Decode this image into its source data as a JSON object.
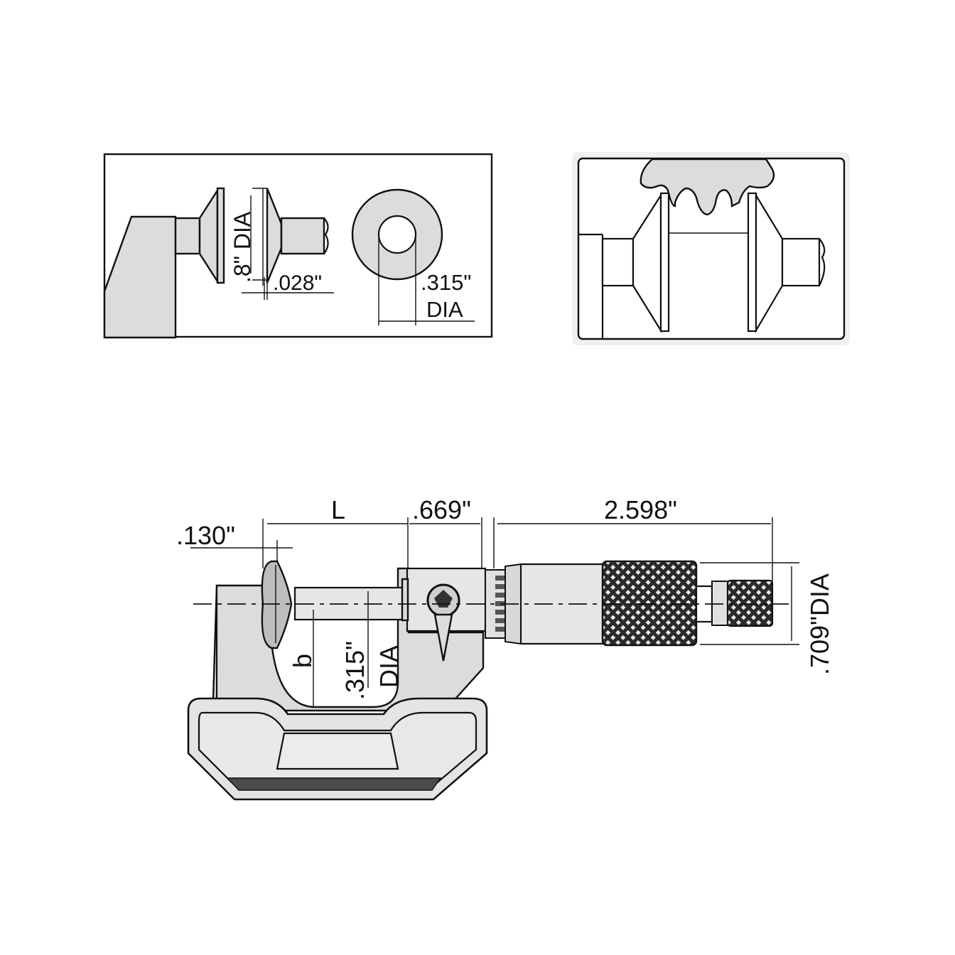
{
  "diagram": {
    "subject": "Disc micrometer drawing",
    "colors": {
      "line": "#111111",
      "fill": "#dcdcdc",
      "background": "#ffffff",
      "knurl": "#2a2a2a"
    }
  },
  "detail_anvil": {
    "labels": {
      "disc_diameter": ".8\" DIA",
      "disc_thickness": ".028\"",
      "bore_diameter": ".315\"",
      "bore_dia_suffix": "DIA"
    }
  },
  "detail_gear": {
    "caption": ""
  },
  "main_view": {
    "labels": {
      "disc_edge": ".130\"",
      "length": "L",
      "sleeve_width": ".669\"",
      "thimble_length": "2.598\"",
      "spindle_diameter": ".315\"",
      "spindle_dia_suffix": "DIA",
      "depth": "b",
      "thimble_diameter": ".709\"DIA"
    }
  }
}
